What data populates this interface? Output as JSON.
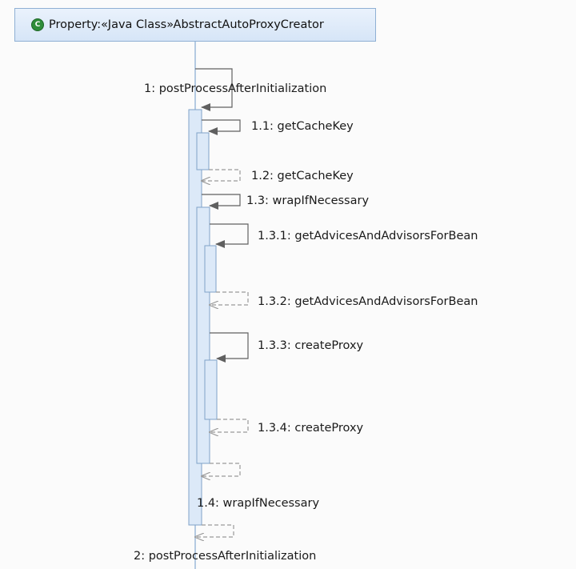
{
  "lifeline": {
    "icon": "class-icon",
    "icon_glyph": "C",
    "title": "Property:«Java Class»AbstractAutoProxyCreator"
  },
  "messages": [
    {
      "label": "1: postProcessAfterInitialization",
      "kind": "call"
    },
    {
      "label": "1.1: getCacheKey",
      "kind": "call"
    },
    {
      "label": "1.2: getCacheKey",
      "kind": "return"
    },
    {
      "label": "1.3: wrapIfNecessary",
      "kind": "call"
    },
    {
      "label": "1.3.1: getAdvicesAndAdvisorsForBean",
      "kind": "call"
    },
    {
      "label": "1.3.2: getAdvicesAndAdvisorsForBean",
      "kind": "return"
    },
    {
      "label": "1.3.3: createProxy",
      "kind": "call"
    },
    {
      "label": "1.3.4: createProxy",
      "kind": "return"
    },
    {
      "label": "1.4: wrapIfNecessary",
      "kind": "return"
    },
    {
      "label": "2: postProcessAfterInitialization",
      "kind": "return"
    }
  ],
  "colors": {
    "background": "#fbfbfb",
    "lifeline_fill": "#dce9f8",
    "lifeline_border": "#8fb0d4",
    "activation_fill": "#dce9f8",
    "activation_border": "#7fa2c8",
    "call_line": "#606060",
    "return_line": "#9a9a9a"
  }
}
